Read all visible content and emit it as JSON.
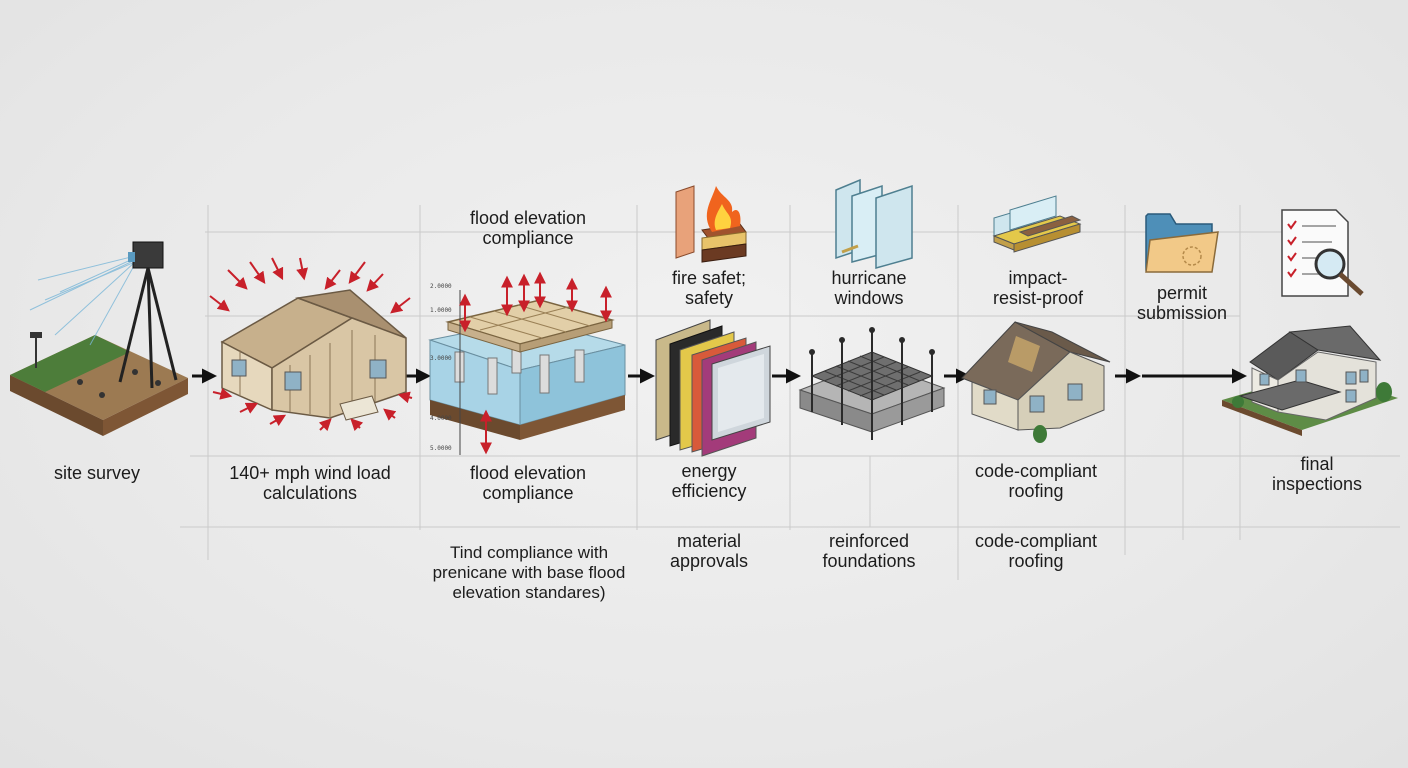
{
  "labels": {
    "site_survey": "site survey",
    "wind_load": "140+ mph wind load\ncalculations",
    "flood_top": "flood elevation\ncompliance",
    "flood_mid": "flood elevation\ncompliance",
    "flood_note": "Tind compliance with\nprenicane with base flood\nelevation standares)",
    "fire": "fire safet;\nsafety",
    "energy": "energy\nefficiency",
    "material": "material\napprovals",
    "hurricane": "hurricane\nwindows",
    "foundations": "reinforced\nfoundations",
    "impact": "impact-\nresist-proof",
    "roofing_1": "code-compliant\nroofing",
    "roofing_2": "code-compliant\nroofing",
    "permit": "permit\nsubmission",
    "final": "final\ninspections"
  },
  "colors": {
    "arrow": "#111111",
    "wind_arrow": "#c8202a",
    "grid": "#c9c9c9",
    "soil": "#7a5233",
    "grass": "#4d7d3a",
    "water": "#a8d3e6",
    "wood": "#d9c6a5",
    "fire": "#f0641e"
  }
}
